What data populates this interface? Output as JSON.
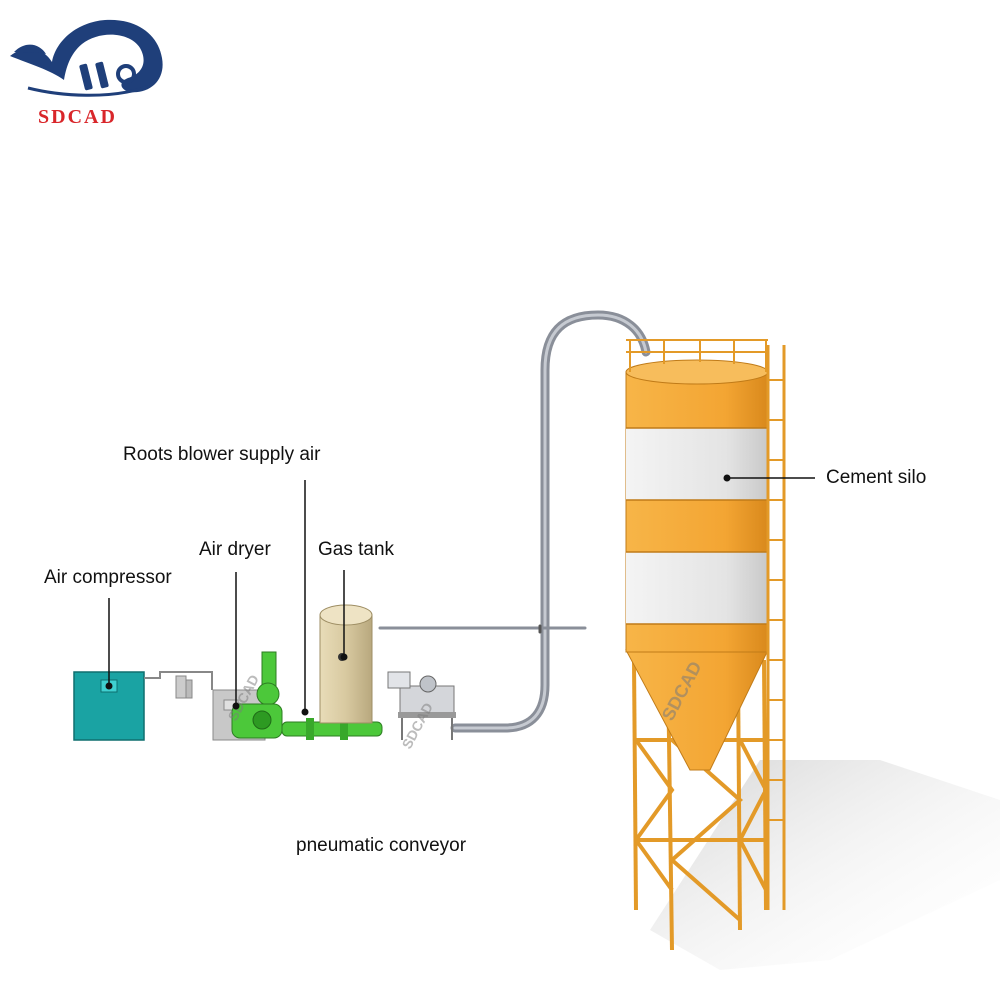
{
  "logo": {
    "brand": "SDCAD",
    "mark_text": "SDCAD"
  },
  "labels": {
    "roots_blower": "Roots blower supply air",
    "air_dryer": "Air dryer",
    "gas_tank": "Gas tank",
    "air_compressor": "Air compressor",
    "cement_silo": "Cement silo",
    "caption": "pneumatic conveyor"
  },
  "watermark": "SDCAD",
  "colors": {
    "logo_blue": "#1f3f7a",
    "logo_red": "#d9262a",
    "compressor_teal": "#1aa3a3",
    "blower_green": "#4cc83a",
    "silo_orange": "#f3a533",
    "silo_band": "#e6e6e6",
    "pipe_gray": "#8a8f99",
    "tank_tan": "#d8c9a0"
  },
  "icons": [
    "whale-logo-icon"
  ]
}
